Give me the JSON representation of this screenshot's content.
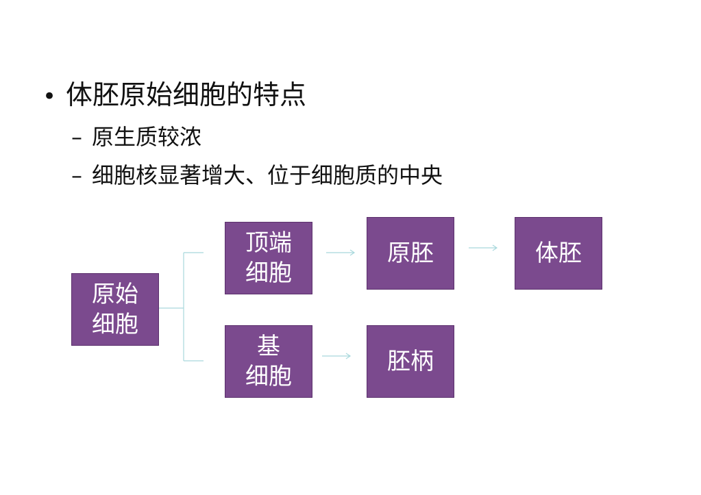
{
  "bullets": {
    "main": {
      "marker": "•",
      "text": "体胚原始细胞的特点"
    },
    "sub": [
      {
        "marker": "–",
        "text": "原生质较浓"
      },
      {
        "marker": "–",
        "text": "细胞核显著增大、位于细胞质的中央"
      }
    ]
  },
  "diagram": {
    "nodes": {
      "primitive_cell": {
        "line1": "原始",
        "line2": "细胞"
      },
      "apical_cell": {
        "line1": "顶端",
        "line2": "细胞"
      },
      "basal_cell": {
        "line1": "基",
        "line2": "细胞"
      },
      "proembryo": {
        "label": "原胚"
      },
      "embryo_proper": {
        "label": "体胚"
      },
      "suspensor": {
        "label": "胚柄"
      }
    },
    "colors": {
      "node_fill": "#7b4a8e",
      "node_border": "#5a2f6b",
      "connector": "#a8d8dc"
    }
  }
}
